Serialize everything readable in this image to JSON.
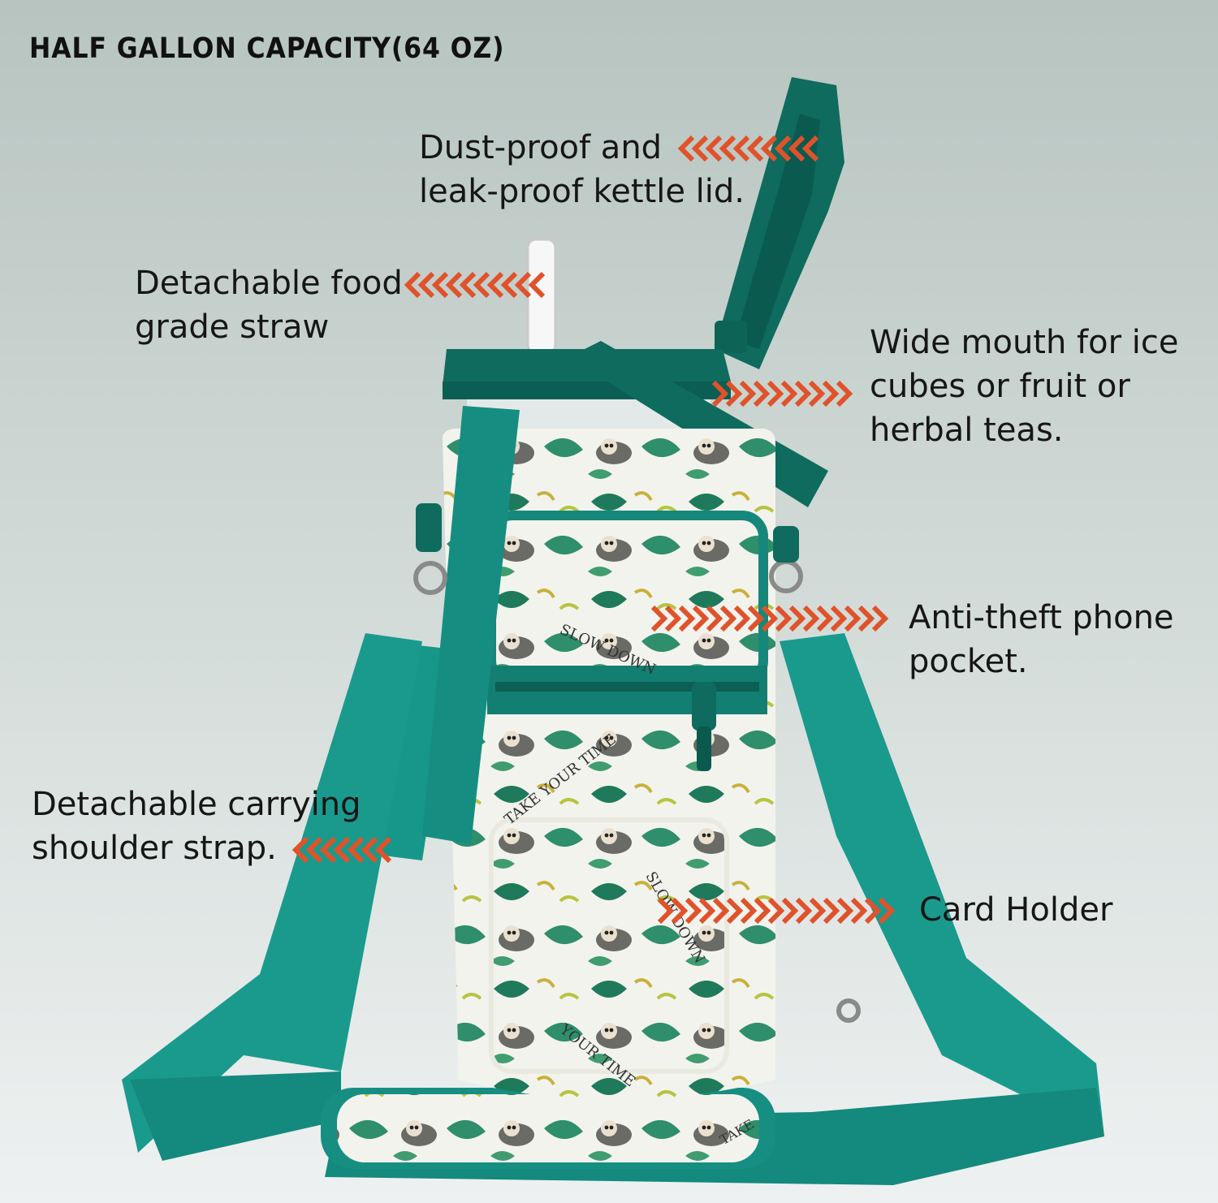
{
  "headline": "HALF GALLON CAPACITY(64 OZ)",
  "callouts": {
    "lid": {
      "line1": "Dust-proof and",
      "line2": "leak-proof kettle lid."
    },
    "straw": {
      "line1": "Detachable food",
      "line2": "grade straw"
    },
    "mouth": {
      "line1": "Wide mouth for ice",
      "line2": "cubes or fruit or",
      "line3": "herbal teas."
    },
    "phone": {
      "line1": "Anti-theft phone",
      "line2": "pocket."
    },
    "strap": {
      "line1": "Detachable carrying",
      "line2": "shoulder strap."
    },
    "card": {
      "line1": "Card Holder"
    }
  },
  "print_text": {
    "slow_down": "SLOW DOWN",
    "take_your_time": "TAKE YOUR TIME",
    "your_time": "YOUR TIME",
    "take": "TAKE"
  },
  "colors": {
    "teal_dark": "#0e6b5e",
    "teal_strap": "#17968a",
    "arrow": "#e0522a",
    "sleeve_bg": "#f3f3ee",
    "leaf": "#1f7a5c",
    "sloth": "#6a6a66"
  },
  "icons": [
    "arrow-chevron-icon",
    "carabiner-icon",
    "zipper-pull-icon",
    "sloth-icon",
    "leaf-icon"
  ]
}
